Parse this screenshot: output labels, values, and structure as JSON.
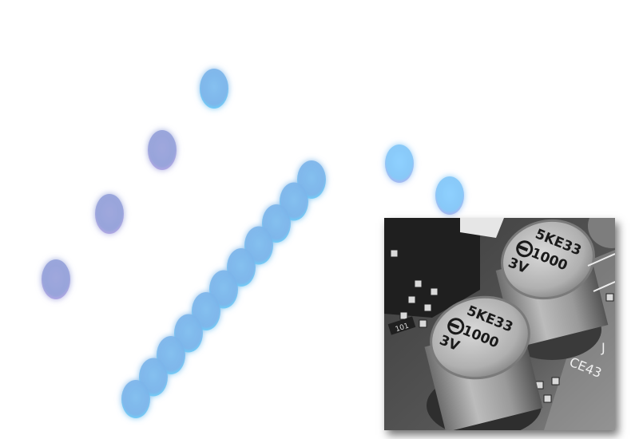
{
  "colors": {
    "background": "#ffffff",
    "dot_fill": "#7fb8ea",
    "dot_fill_alt": "#9aa8dd",
    "dot_glow": "#8bd3ff",
    "dot_glow_alt": "#b7a6e6",
    "capacitor_top": "#bdbdbd",
    "capacitor_body": "#9e9e9e",
    "board": "#4a4a4a",
    "silkscreen": "#eeeeee"
  },
  "photo": {
    "capacitor_1": {
      "line1": "5KE33",
      "line2": "1000",
      "line3": "3V",
      "logo_icon": "c-logo-icon"
    },
    "capacitor_2": {
      "line1": "5KE33",
      "line2": "1000",
      "line3": "3V",
      "logo_icon": "c-logo-icon"
    },
    "silk_label": "CE43",
    "silk_label_partial": "J",
    "resistor_code": "101"
  }
}
